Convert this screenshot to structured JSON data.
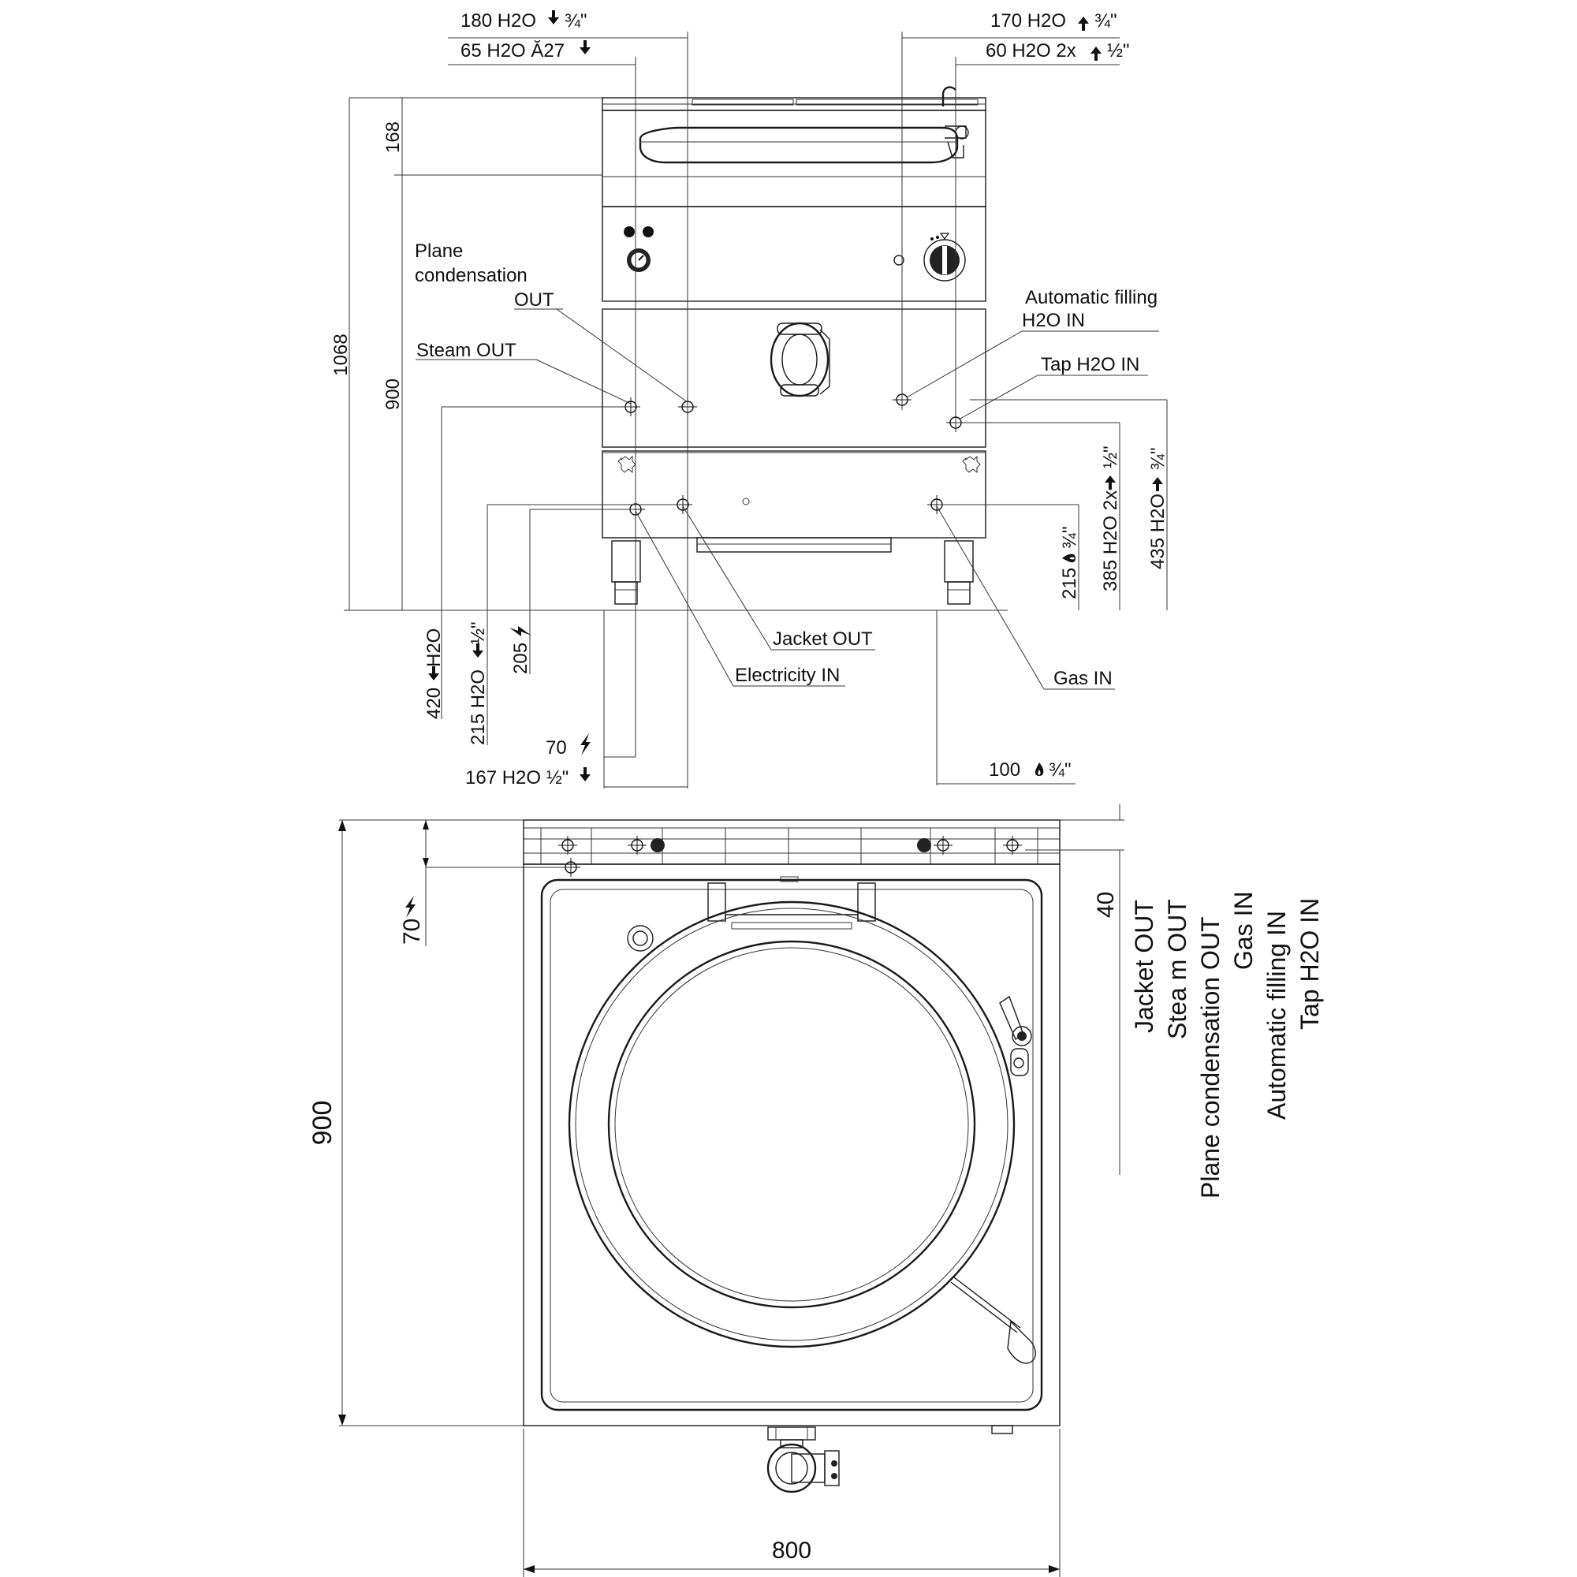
{
  "units": "mm",
  "front_view": {
    "top_dims": [
      {
        "value": "180 H2O",
        "symbol": "arrow-down-icon",
        "suffix": "¾\""
      },
      {
        "value": "65 H2O Ă27",
        "symbol": "arrow-down-icon",
        "suffix": ""
      },
      {
        "value": "170 H2O",
        "symbol": "arrow-up-icon",
        "suffix": "¾\""
      },
      {
        "value": "60 H2O 2x",
        "symbol": "arrow-up-icon",
        "suffix": "½\""
      }
    ],
    "height_dims": [
      "168",
      "1068",
      "900"
    ],
    "callouts": {
      "plane_condensation": [
        "Plane",
        "condensation",
        "OUT"
      ],
      "steam_out": "Steam OUT",
      "automatic_filling": [
        "Automatic filling",
        "H2O IN"
      ],
      "tap_h2o": "Tap H2O IN",
      "jacket_out": "Jacket OUT",
      "electricity_in": "Electricity IN",
      "gas_in": "Gas IN"
    },
    "left_vertical_dims": [
      {
        "value": "420",
        "symbol": "arrow-down-icon",
        "suffix": "H2O"
      },
      {
        "value": "215 H2O",
        "symbol": "arrow-down-icon",
        "suffix": "½\""
      },
      {
        "value": "205",
        "symbol": "lightning-icon",
        "suffix": ""
      }
    ],
    "right_vertical_dims": [
      {
        "value": "215",
        "symbol": "flame-icon",
        "suffix": "¾\""
      },
      {
        "value": "385 H2O 2x",
        "symbol": "arrow-up-icon",
        "suffix": "½\""
      },
      {
        "value": "435 H2O",
        "symbol": "arrow-up-icon",
        "suffix": "¾\""
      }
    ],
    "bottom_dims": [
      {
        "value": "70",
        "symbol": "lightning-icon",
        "suffix": ""
      },
      {
        "value": "167 H2O ½\"",
        "symbol": "arrow-down-icon",
        "suffix": ""
      },
      {
        "value": "100",
        "symbol": "flame-icon",
        "suffix": "¾\""
      }
    ]
  },
  "top_view": {
    "width": "800",
    "depth": "900",
    "electric_offset": {
      "value": "70",
      "symbol": "lightning-icon"
    },
    "rear_offset": "40",
    "legend": [
      "Jacket OUT",
      "Stea m OUT",
      "Plane condensation OUT",
      "Gas IN",
      "Automatic filling IN",
      "Tap H2O IN"
    ]
  },
  "icons": [
    "arrow-down-icon",
    "arrow-up-icon",
    "lightning-icon",
    "flame-icon",
    "connection-point-icon",
    "control-knob-icon",
    "pressure-gauge-icon",
    "water-tap-icon",
    "drain-valve-icon",
    "tilt-handle-icon",
    "safety-valve-icon"
  ]
}
